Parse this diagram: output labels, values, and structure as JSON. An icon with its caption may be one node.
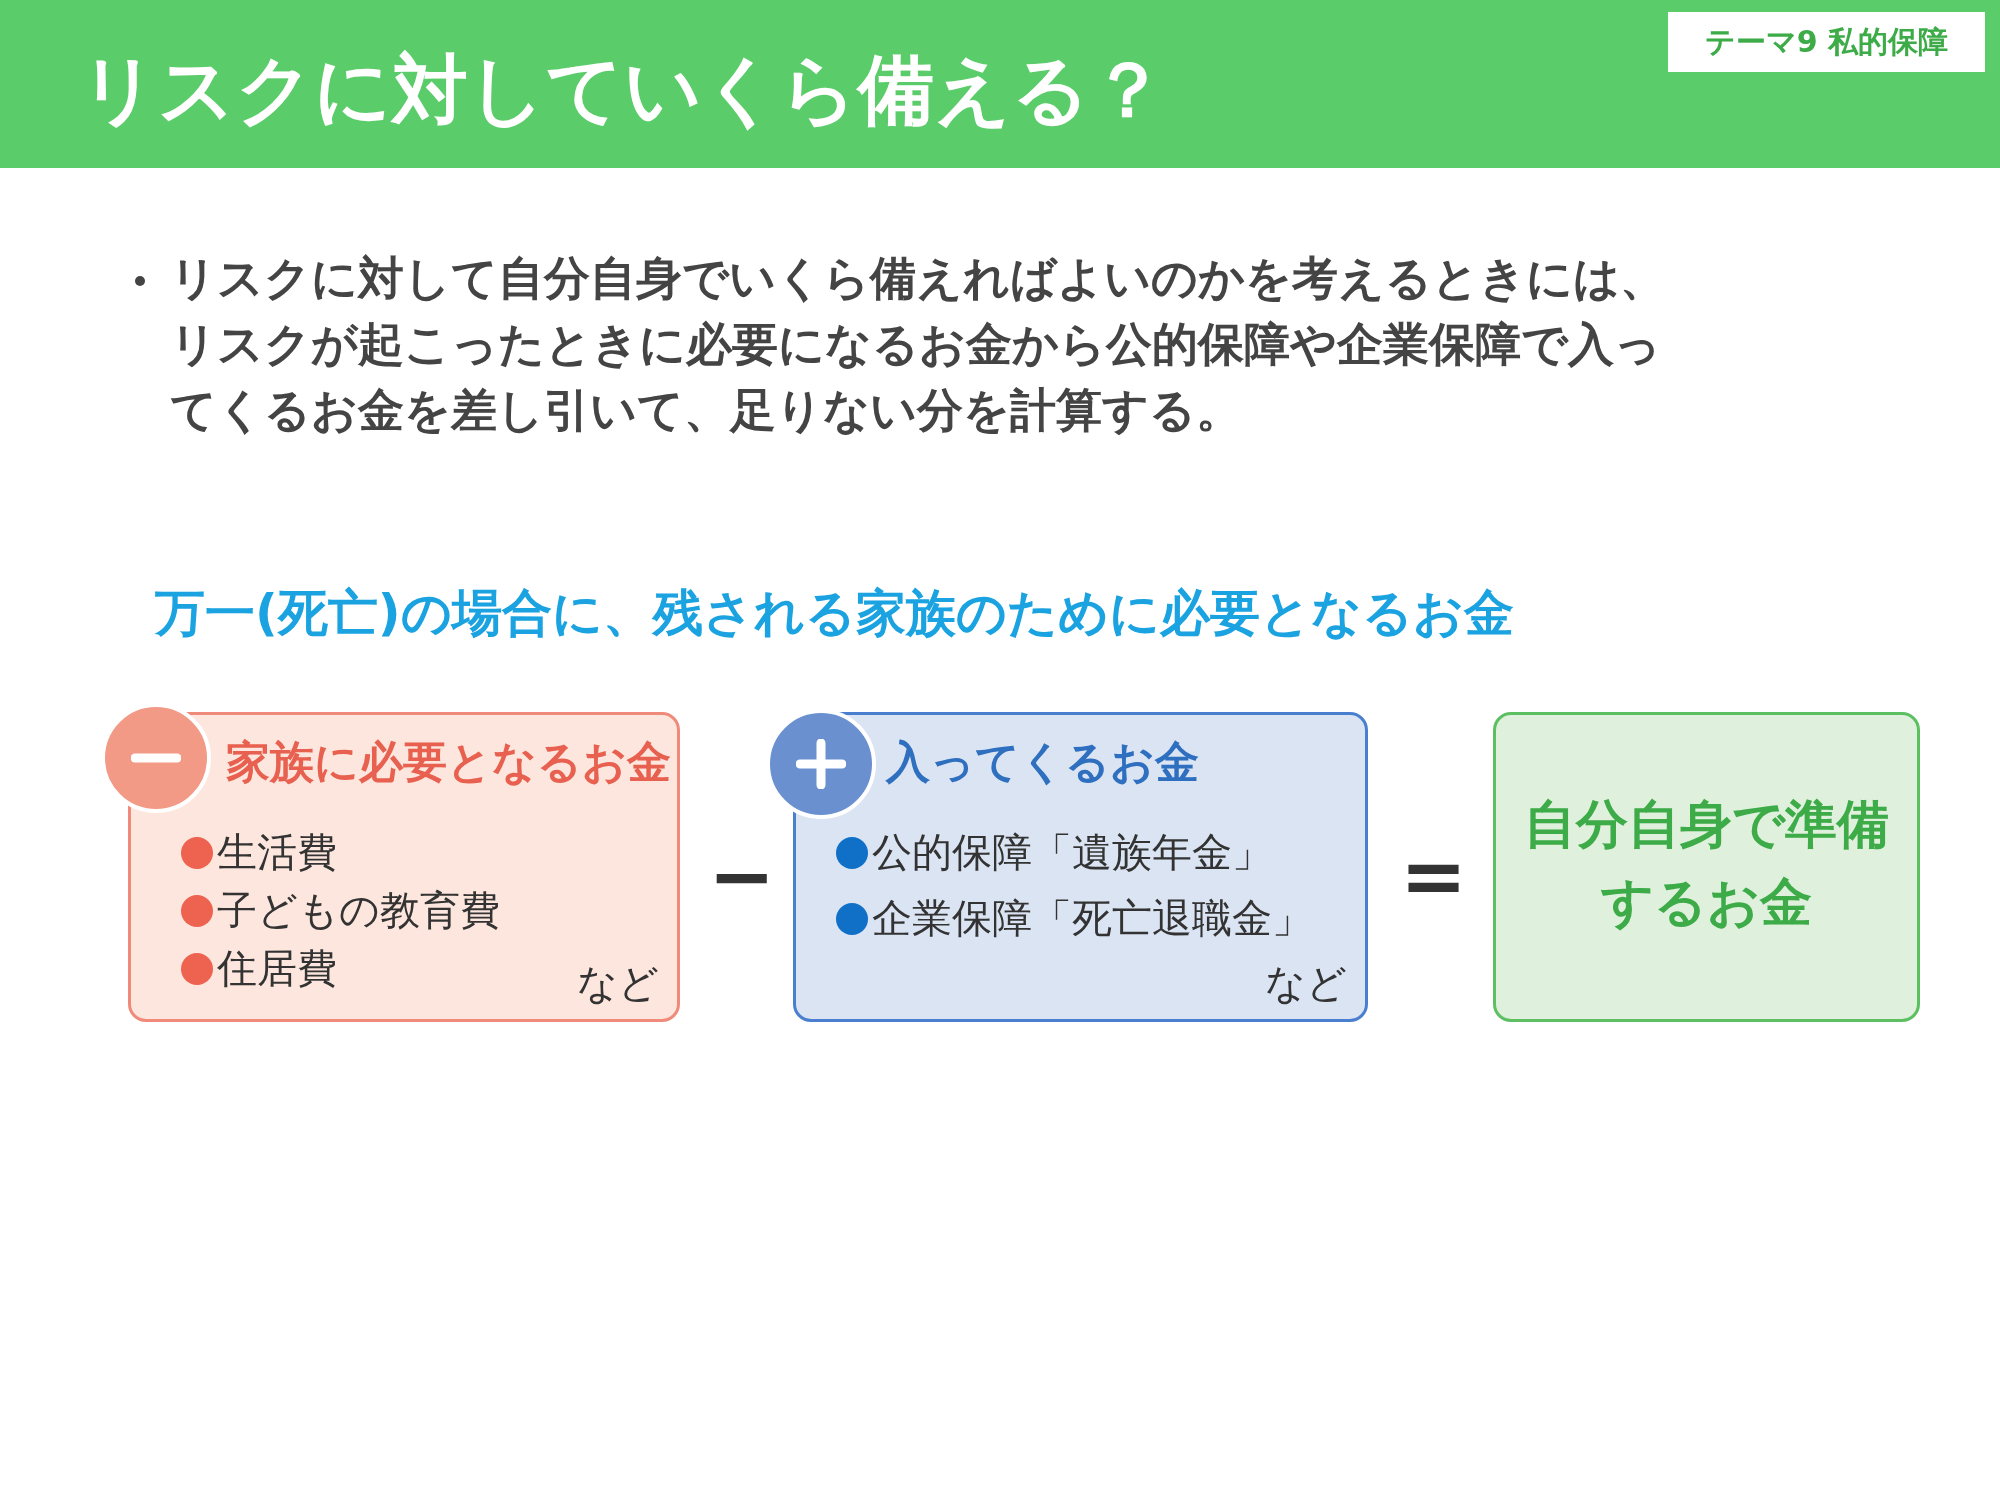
{
  "diagram": {
    "title": "リスクに対していくら備える？",
    "nodes": [
      {
        "text": [
          "家族に必要となるお金",
          "生活費",
          "子どもの教育費",
          "住居費",
          "など"
        ]
      },
      {
        "text": [
          "入ってくるお金",
          "公的保障「遺族年金」",
          "企業保障「死亡退職金」",
          "など"
        ]
      },
      {
        "text": [
          "自分自身で準備するお金"
        ]
      }
    ],
    "edges": [],
    "labels": [
      "テーマ9 私的保障",
      "リスクに対して自分自身でいくら備えればよいのかを考えるときには、リスクが起こったときに必要になるお金から公的保障や企業保障で入ってくるお金を差し引いて、足りない分を計算する。",
      "万一(死亡)の場合に、残される家族のために必要となるお金",
      "−",
      "="
    ]
  }
}
